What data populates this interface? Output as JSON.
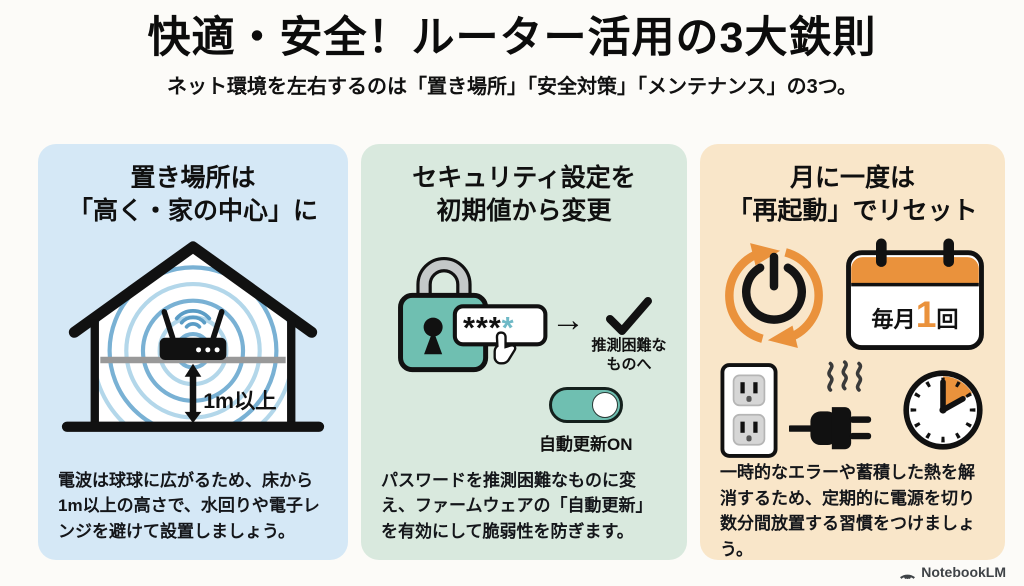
{
  "header": {
    "title": "快適・安全！ルーター活用の3大鉄則",
    "subtitle": "ネット環境を左右するのは「置き場所」「安全対策」「メンテナンス」の3つ。"
  },
  "panels": {
    "placement": {
      "heading_line1": "置き場所は",
      "heading_line2": "「高く・家の中心」に",
      "height_label": "1m以上",
      "body": "電波は球球に広がるため、床から1m以上の高さで、水回りや電子レンジを避けて設置しましょう。"
    },
    "security": {
      "heading_line1": "セキュリティ設定を",
      "heading_line2": "初期値から変更",
      "password_mask": "***",
      "password_caret": "*",
      "change_note_line1": "推測困難な",
      "change_note_line2": "ものへ",
      "toggle_label": "自動更新ON",
      "body": "パスワードを推測困難なものに変え、ファームウェアの「自動更新」を有効にして脆弱性を防ぎます。"
    },
    "restart": {
      "heading_line1": "月に一度は",
      "heading_line2": "「再起動」でリセット",
      "calendar_prefix": "毎月",
      "calendar_count": "1",
      "calendar_suffix": "回",
      "body": "一時的なエラーや蓄積した熱を解消するため、定期的に電源を切り数分間放置する習慣をつけましょう。"
    }
  },
  "footer": {
    "brand": "NotebookLM"
  },
  "colors": {
    "panel_placement_bg": "#d5e8f6",
    "panel_security_bg": "#d9e9de",
    "panel_restart_bg": "#f9e6c9",
    "teal_accent": "#6fbfb1",
    "orange_accent": "#ea923c",
    "wifi_blue": "#79b1d4",
    "password_caret_color": "#6fb9c6"
  }
}
